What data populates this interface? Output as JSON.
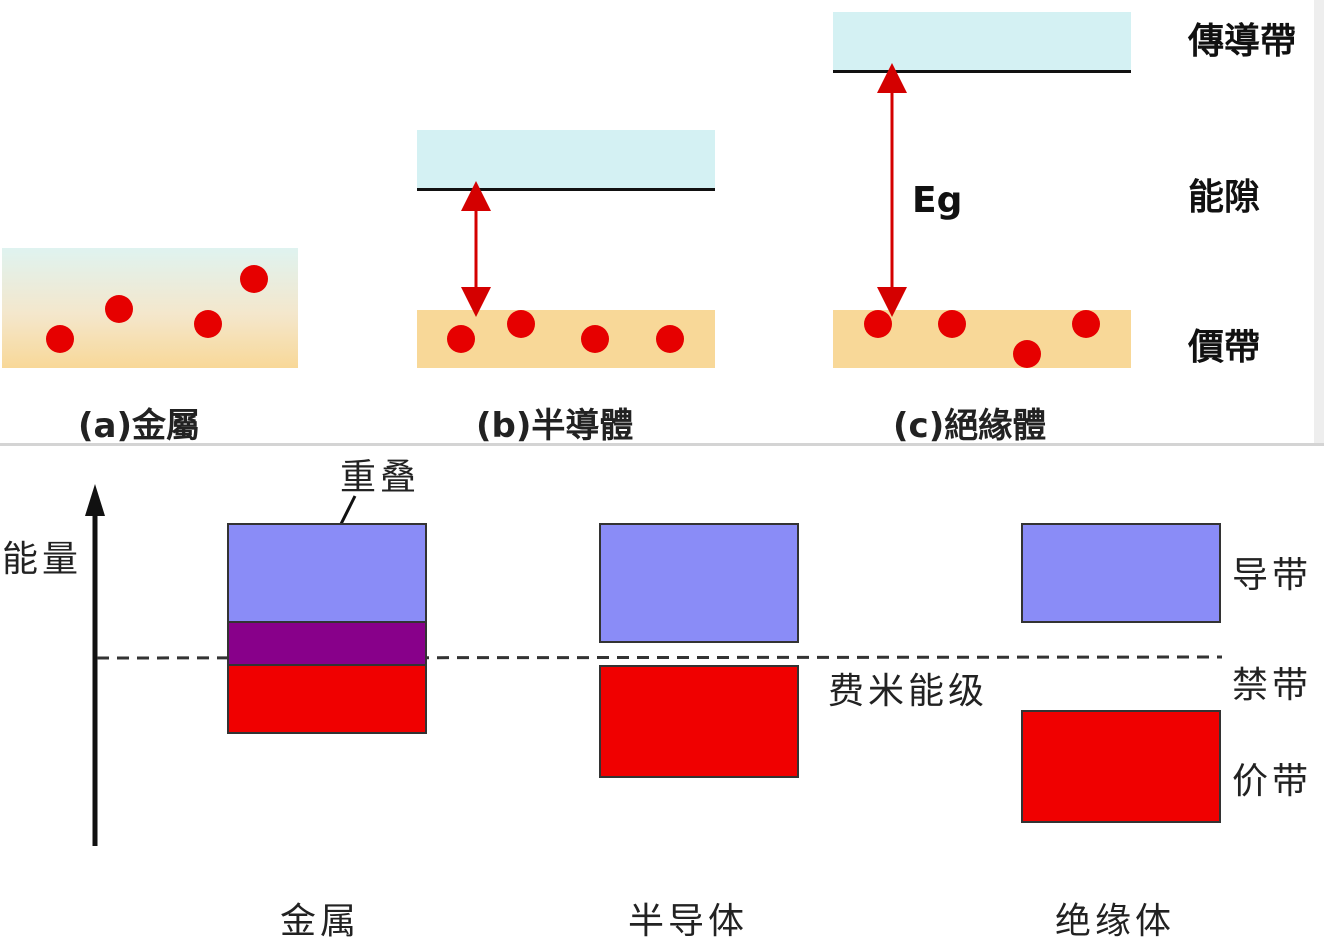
{
  "top": {
    "labels": {
      "metal": "(a)金屬",
      "semiconductor": "(b)半導體",
      "insulator": "(c)絕緣體"
    },
    "side": {
      "conduction": "傳導帶",
      "gap": "能隙",
      "valence": "價帶"
    },
    "eg": "Eg",
    "colors": {
      "conduction": "#d4f1f3",
      "valence": "#f8d898",
      "electron": "#e60000",
      "arrow": "#d40000"
    }
  },
  "bottom": {
    "energy_axis": "能量",
    "overlap": "重叠",
    "fermi": "费米能级",
    "side": {
      "conduction": "导带",
      "forbidden": "禁带",
      "valence": "价带"
    },
    "materials": {
      "metal": "金属",
      "semiconductor": "半导体",
      "insulator": "绝缘体"
    },
    "colors": {
      "conduction": "#8a8cf7",
      "valence": "#f00000",
      "overlap": "#88008a"
    }
  }
}
